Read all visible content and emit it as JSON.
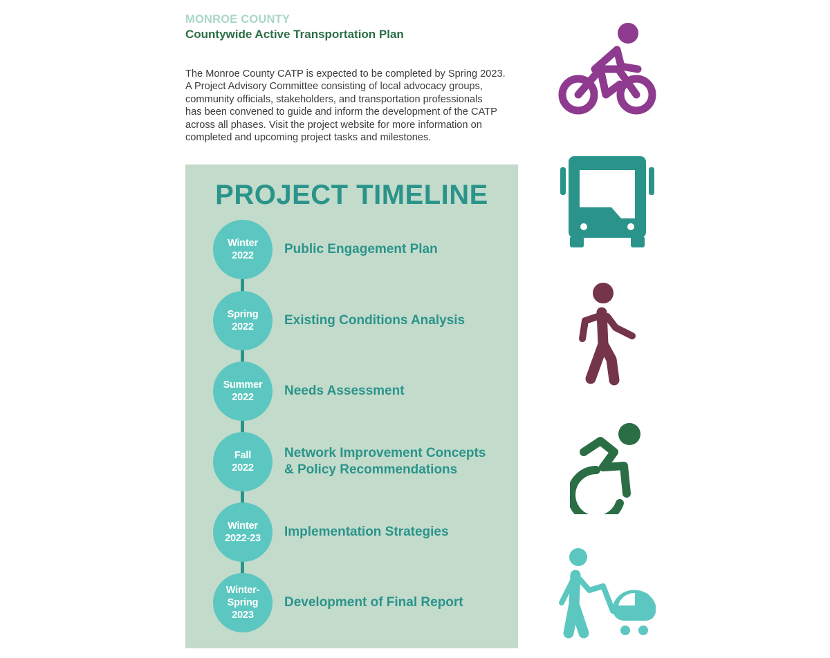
{
  "header": {
    "county": "MONROE COUNTY",
    "plan_title": "Countywide Active Transportation Plan"
  },
  "intro_lines": [
    "The Monroe County CATP is expected to be completed by Spring 2023.",
    "A Project Advisory Committee consisting of local advocacy groups,",
    "community officials, stakeholders, and transportation professionals",
    "has been convened to guide and inform the development of the CATP",
    "across all phases. Visit the project website for more information on",
    "completed and upcoming project tasks and milestones."
  ],
  "timeline": {
    "title": "PROJECT TIMELINE",
    "steps": [
      {
        "period": "Winter\n2022",
        "label": "Public Engagement Plan"
      },
      {
        "period": "Spring\n2022",
        "label": "Existing Conditions Analysis"
      },
      {
        "period": "Summer\n2022",
        "label": "Needs Assessment"
      },
      {
        "period": "Fall\n2022",
        "label": "Network Improvement Concepts\n& Policy Recommendations"
      },
      {
        "period": "Winter\n2022-23",
        "label": "Implementation Strategies"
      },
      {
        "period": "Winter-\nSpring\n2023",
        "label": "Development of Final Report"
      }
    ]
  },
  "icons": [
    {
      "name": "bicycle-icon",
      "color": "#8e3a8e"
    },
    {
      "name": "bus-icon",
      "color": "#2a948b"
    },
    {
      "name": "pedestrian-icon",
      "color": "#74344a"
    },
    {
      "name": "wheelchair-icon",
      "color": "#2b6e45"
    },
    {
      "name": "stroller-icon",
      "color": "#5cc7c0"
    }
  ]
}
